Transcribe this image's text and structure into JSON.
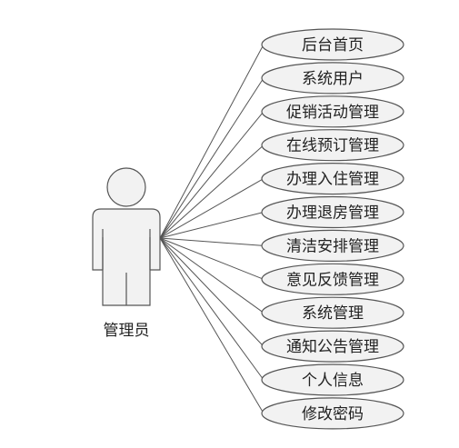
{
  "actor": {
    "label": "管理员"
  },
  "use_cases": [
    {
      "label": "后台首页"
    },
    {
      "label": "系统用户"
    },
    {
      "label": "促销活动管理"
    },
    {
      "label": "在线预订管理"
    },
    {
      "label": "办理入住管理"
    },
    {
      "label": "办理退房管理"
    },
    {
      "label": "清洁安排管理"
    },
    {
      "label": "意见反馈管理"
    },
    {
      "label": "系统管理"
    },
    {
      "label": "通知公告管理"
    },
    {
      "label": "个人信息"
    },
    {
      "label": "修改密码"
    }
  ],
  "colors": {
    "stroke": "#555555",
    "fill": "#f2f2f2",
    "text": "#222222"
  }
}
